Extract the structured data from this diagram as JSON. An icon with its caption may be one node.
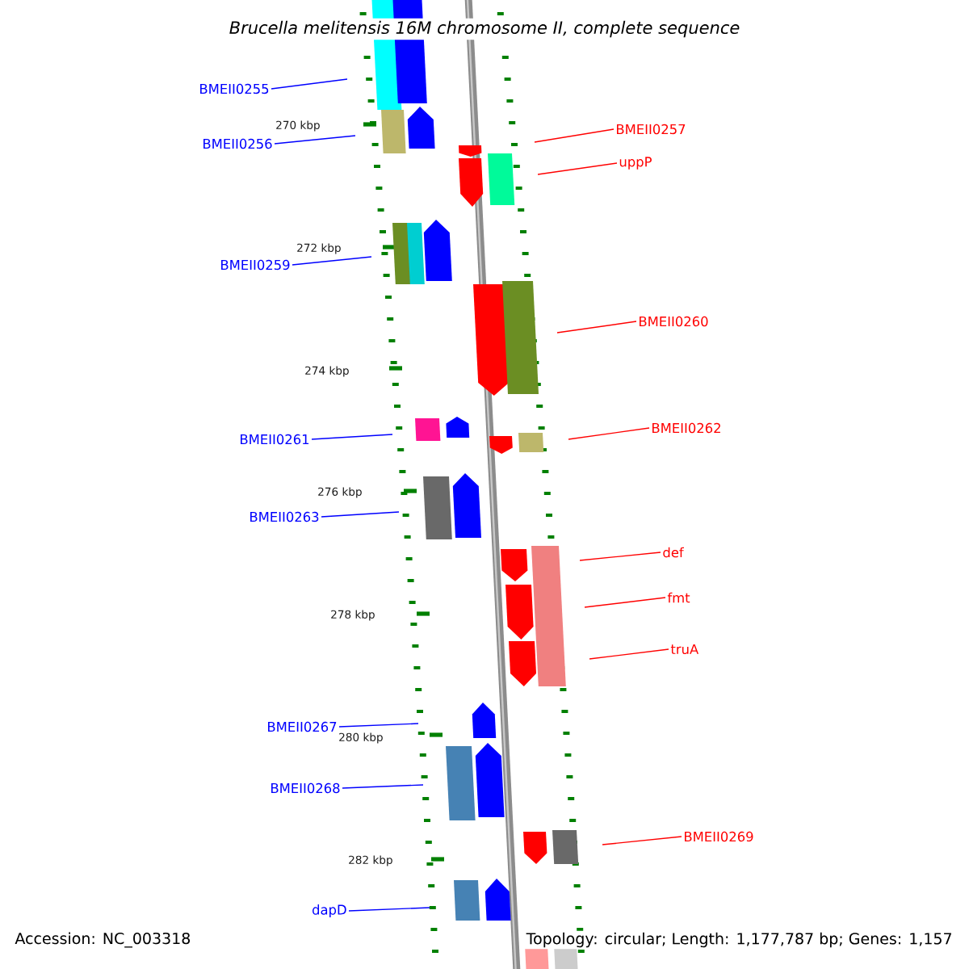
{
  "diagram": {
    "title": "Brucella melitensis 16M chromosome II, complete sequence",
    "nodes": [
      {
        "text": [
          "BMEII0255"
        ]
      },
      {
        "text": [
          "BMEII0256"
        ]
      },
      {
        "text": [
          "BMEII0257"
        ]
      },
      {
        "text": [
          "uppP"
        ]
      },
      {
        "text": [
          "BMEII0259"
        ]
      },
      {
        "text": [
          "BMEII0260"
        ]
      },
      {
        "text": [
          "BMEII0261"
        ]
      },
      {
        "text": [
          "BMEII0262"
        ]
      },
      {
        "text": [
          "BMEII0263"
        ]
      },
      {
        "text": [
          "def"
        ]
      },
      {
        "text": [
          "fmt"
        ]
      },
      {
        "text": [
          "truA"
        ]
      },
      {
        "text": [
          "BMEII0267"
        ]
      },
      {
        "text": [
          "BMEII0268"
        ]
      },
      {
        "text": [
          "BMEII0269"
        ]
      },
      {
        "text": [
          "dapD"
        ]
      }
    ],
    "edges": [
      {
        "from": 0,
        "to": null,
        "arrow": "none",
        "color": "#0000ff"
      },
      {
        "from": 1,
        "to": null,
        "arrow": "none",
        "color": "#0000ff"
      },
      {
        "from": 2,
        "to": null,
        "arrow": "none",
        "color": "#ff0000"
      },
      {
        "from": 3,
        "to": null,
        "arrow": "none",
        "color": "#ff0000"
      },
      {
        "from": 4,
        "to": null,
        "arrow": "none",
        "color": "#0000ff"
      },
      {
        "from": 5,
        "to": null,
        "arrow": "none",
        "color": "#ff0000"
      },
      {
        "from": 6,
        "to": null,
        "arrow": "none",
        "color": "#0000ff"
      },
      {
        "from": 7,
        "to": null,
        "arrow": "none",
        "color": "#ff0000"
      },
      {
        "from": 8,
        "to": null,
        "arrow": "none",
        "color": "#0000ff"
      },
      {
        "from": 9,
        "to": null,
        "arrow": "none",
        "color": "#ff0000"
      },
      {
        "from": 10,
        "to": null,
        "arrow": "none",
        "color": "#ff0000"
      },
      {
        "from": 11,
        "to": null,
        "arrow": "none",
        "color": "#ff0000"
      },
      {
        "from": 12,
        "to": null,
        "arrow": "none",
        "color": "#0000ff"
      },
      {
        "from": 13,
        "to": null,
        "arrow": "none",
        "color": "#0000ff"
      },
      {
        "from": 14,
        "to": null,
        "arrow": "none",
        "color": "#ff0000"
      },
      {
        "from": 15,
        "to": null,
        "arrow": "none",
        "color": "#0000ff"
      }
    ],
    "labels": [
      "270 kbp",
      "272 kbp",
      "274 kbp",
      "276 kbp",
      "278 kbp",
      "280 kbp",
      "282 kbp",
      "Accession: NC_003318",
      "Topology: circular; Length: 1,177,787 bp; Genes: 1,157"
    ]
  }
}
